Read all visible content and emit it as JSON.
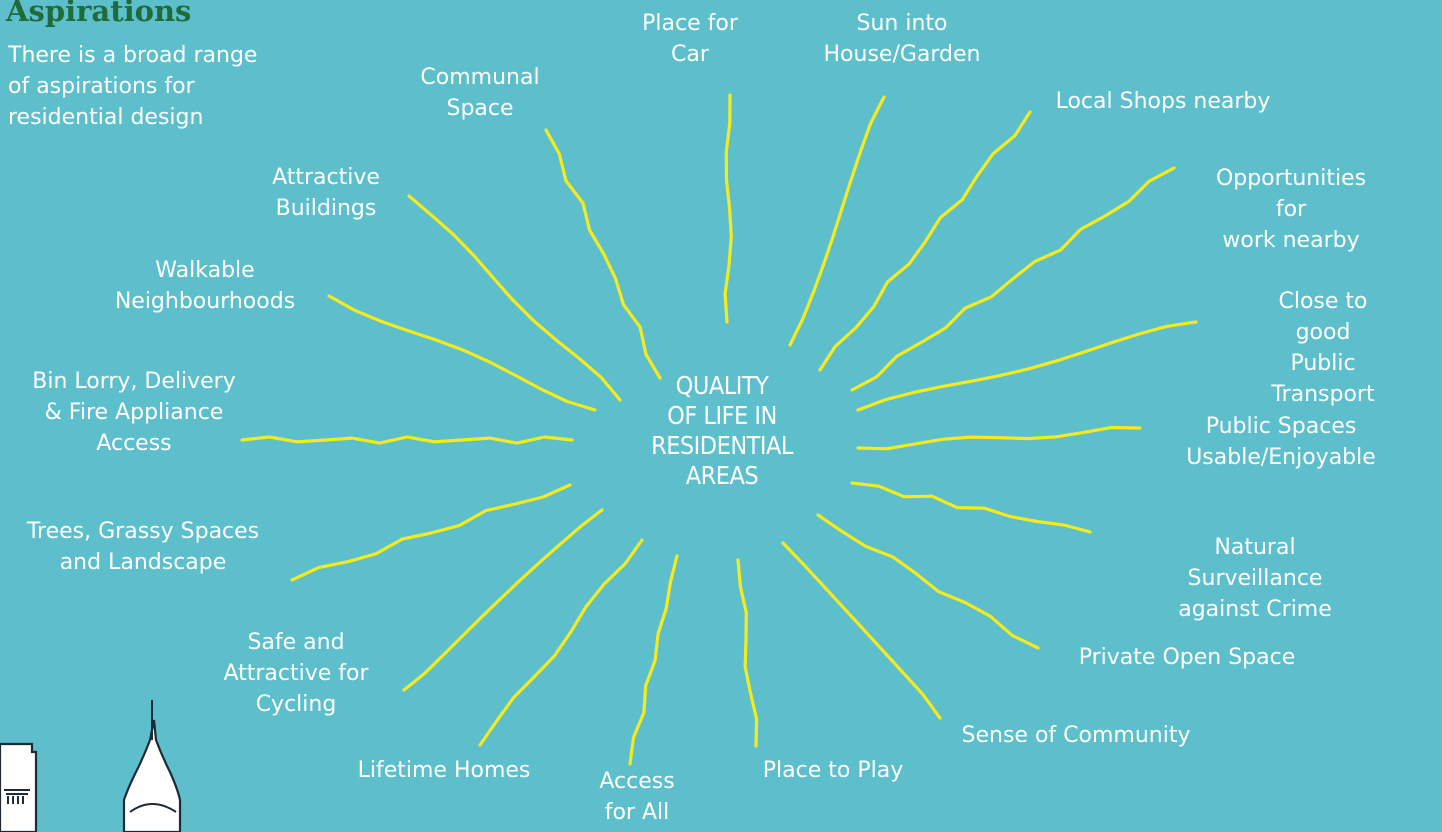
{
  "heading": "Aspirations",
  "intro": "There is a broad range\nof aspirations for\nresidential design",
  "center": "QUALITY\nOF LIFE IN\nRESIDENTIAL\nAREAS",
  "aspirations": [
    "Place for\nCar",
    "Sun into\nHouse/Garden",
    "Local Shops nearby",
    "Opportunities for\nwork nearby",
    "Close to good\nPublic Transport",
    "Public Spaces\nUsable/Enjoyable",
    "Natural Surveillance\nagainst Crime",
    "Private Open Space",
    "Sense of Community",
    "Place to Play",
    "Access\nfor All",
    "Lifetime Homes",
    "Safe and\nAttractive for\nCycling",
    "Trees, Grassy Spaces\nand Landscape",
    "Bin Lorry, Delivery\n& Fire Appliance\nAccess",
    "Walkable\nNeighbourhoods",
    "Attractive\nBuildings",
    "Communal\nSpace"
  ],
  "colors": {
    "background": "#5dbfcc",
    "ray": "#f3ea1f",
    "heading": "#1f6b3a",
    "text": "#ffffff"
  },
  "icons": [
    "building-sketch-icon",
    "dome-sketch-icon"
  ]
}
